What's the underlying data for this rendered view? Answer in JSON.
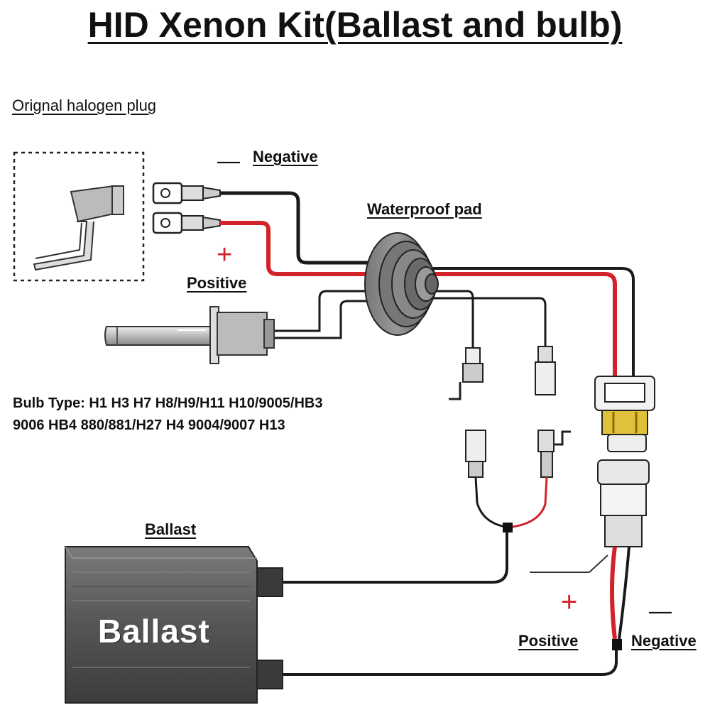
{
  "title": "HID Xenon Kit(Ballast and bulb)",
  "labels": {
    "halogen_plug": "Orignal halogen plug",
    "negative_top": "Negative",
    "waterproof_pad": "Waterproof pad",
    "positive_top": "Positive",
    "bulb_type_line1": "Bulb Type: H1 H3 H7 H8/H9/H11 H10/9005/HB3",
    "bulb_type_line2": "9006 HB4 880/881/H27  H4 9004/9007 H13",
    "ballast": "Ballast",
    "positive_bottom": "Positive",
    "negative_bottom": "Negative"
  },
  "symbols": {
    "plus": "+",
    "minus": "—"
  },
  "ballast_unit": {
    "brand_text": "Ballast"
  },
  "colors": {
    "positive_wire": "#d2232a",
    "negative_wire": "#1a1a1a",
    "ballast_body": "#5a5a5a",
    "connector_yellow": "#e0c23a"
  }
}
